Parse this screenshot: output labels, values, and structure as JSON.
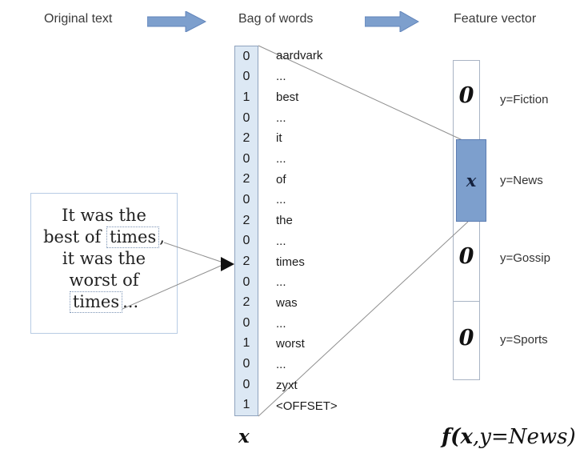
{
  "header": {
    "original_text": "Original text",
    "bag_of_words": "Bag of words",
    "feature_vector": "Feature vector"
  },
  "original_text_box": {
    "line1": "It was the",
    "line2_pre": "best of",
    "line2_boxed": "times",
    "line2_post": ",",
    "line3": "it was the",
    "line4": "worst of",
    "line5_boxed": "times",
    "line5_post": "..."
  },
  "bag_of_words": {
    "rows": [
      {
        "count": "0",
        "word": "aardvark"
      },
      {
        "count": "0",
        "word": "..."
      },
      {
        "count": "1",
        "word": "best"
      },
      {
        "count": "0",
        "word": "..."
      },
      {
        "count": "2",
        "word": "it"
      },
      {
        "count": "0",
        "word": "..."
      },
      {
        "count": "2",
        "word": "of"
      },
      {
        "count": "0",
        "word": "..."
      },
      {
        "count": "2",
        "word": "the"
      },
      {
        "count": "0",
        "word": "..."
      },
      {
        "count": "2",
        "word": "times"
      },
      {
        "count": "0",
        "word": "..."
      },
      {
        "count": "2",
        "word": "was"
      },
      {
        "count": "0",
        "word": "..."
      },
      {
        "count": "1",
        "word": "worst"
      },
      {
        "count": "0",
        "word": "..."
      },
      {
        "count": "0",
        "word": "zyxt"
      },
      {
        "count": "1",
        "word": "<OFFSET>"
      }
    ],
    "vector_label": "x"
  },
  "feature_vector": {
    "segments": [
      {
        "value": "0",
        "label": "y=Fiction",
        "highlighted": false
      },
      {
        "value": "x",
        "label": "y=News",
        "highlighted": true
      },
      {
        "value": "0",
        "label": "y=Gossip",
        "highlighted": false
      },
      {
        "value": "0",
        "label": "y=Sports",
        "highlighted": false
      }
    ],
    "function_label_bold": "f(x",
    "function_label_rest": ",y=News)"
  },
  "colors": {
    "accent_blue": "#7d9fcd",
    "accent_blue_border": "#6285bb",
    "column_fill": "#dce8f4",
    "column_border": "#8fa3bd",
    "box_border": "#b8cce4",
    "dotted_border": "#7a93b5",
    "connector_gray": "#8f8f8f",
    "text_dark": "#2b2b2b"
  }
}
